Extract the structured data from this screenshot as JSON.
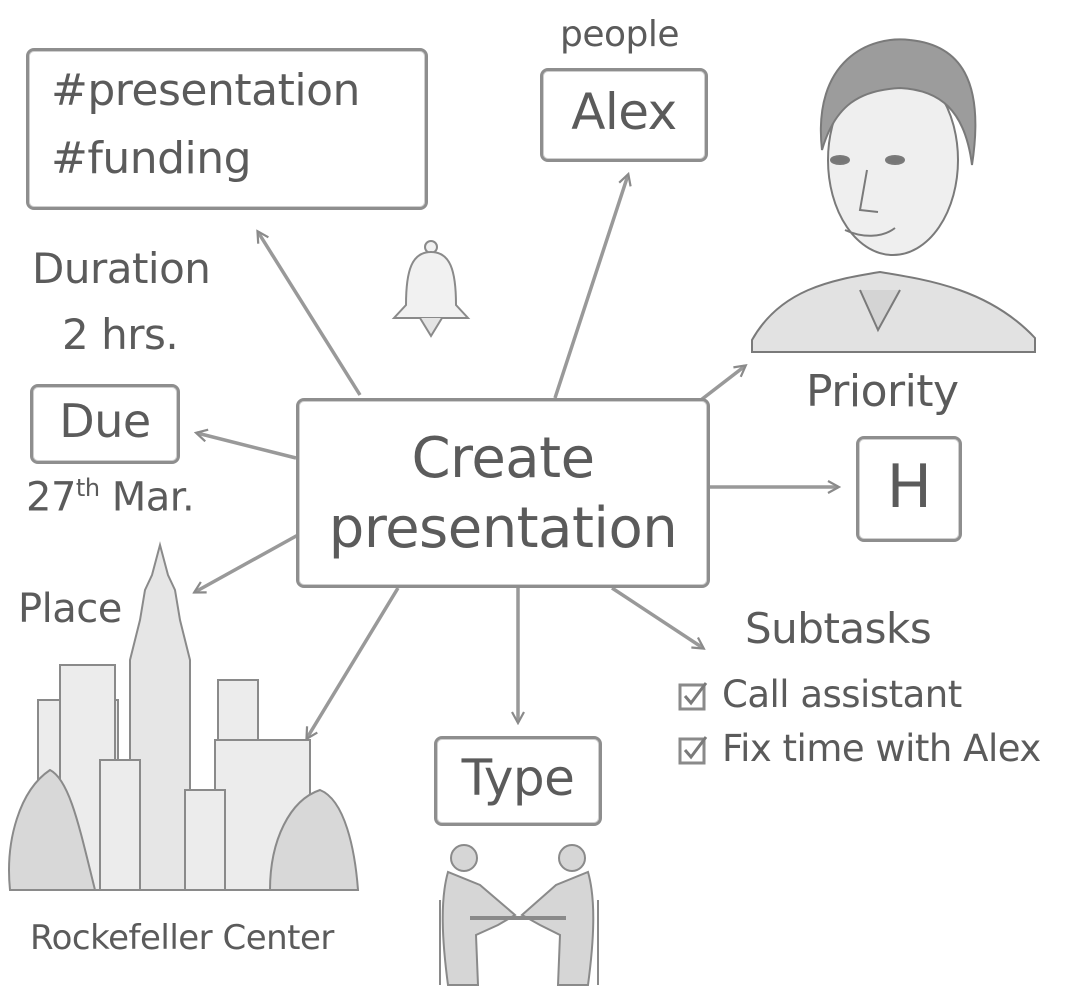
{
  "center": {
    "line1": "Create",
    "line2": "presentation"
  },
  "tags": {
    "line1": "#presentation",
    "line2": "#funding"
  },
  "people": {
    "label": "people",
    "name": "Alex"
  },
  "duration": {
    "label": "Duration",
    "value": "2 hrs."
  },
  "due": {
    "label": "Due",
    "day": "27",
    "suffix": "th",
    "month": "Mar."
  },
  "priority": {
    "label": "Priority",
    "value": "H"
  },
  "place": {
    "label": "Place",
    "value": "Rockefeller Center"
  },
  "type": {
    "label": "Type"
  },
  "subtasks": {
    "label": "Subtasks",
    "items": [
      {
        "text": "Call assistant",
        "checked": true
      },
      {
        "text": "Fix time with Alex",
        "checked": true
      }
    ]
  },
  "icons": {
    "reminder": "bell-icon",
    "person": "person-portrait-icon",
    "place": "building-skyline-icon",
    "type": "meeting-people-icon",
    "checkbox": "checkbox-checked-icon"
  },
  "colors": {
    "ink": "#5b5b5b",
    "stroke": "#8e8e8e",
    "background": "#ffffff"
  }
}
